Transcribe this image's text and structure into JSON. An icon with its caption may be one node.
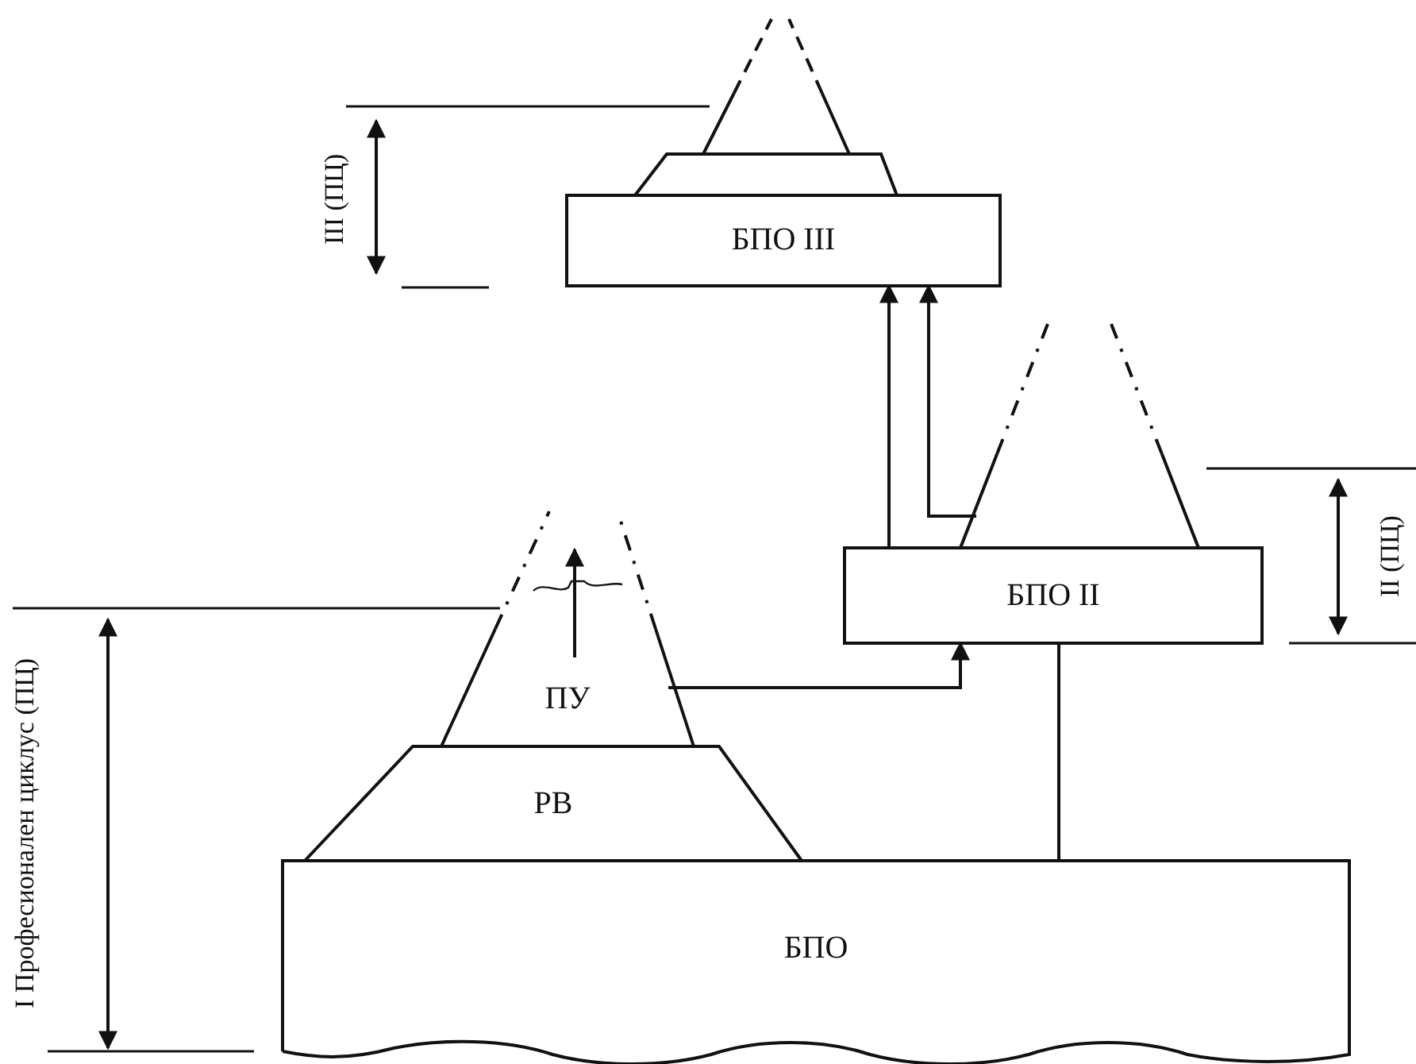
{
  "diagram": {
    "nodes": [
      {
        "text": [],
        "shape": "cone"
      },
      {
        "text": [],
        "shape": "trapezoid"
      },
      {
        "text": [
          "БПО III"
        ]
      },
      {
        "text": [],
        "shape": "cone"
      },
      {
        "text": [
          "БПО II"
        ]
      },
      {
        "text": [
          "ПУ"
        ]
      },
      {
        "text": [
          "РВ"
        ]
      },
      {
        "text": [
          "БПО"
        ]
      }
    ],
    "edges": [
      {
        "from": 4,
        "to": 2,
        "arrow": "to"
      },
      {
        "from": 3,
        "to": 2,
        "arrow": "to"
      },
      {
        "from": 5,
        "to": 4,
        "arrow": "to"
      },
      {
        "from": 7,
        "to": 4,
        "arrow": "none"
      }
    ],
    "labels": [
      "III (ПЦ)",
      "II (ПЦ)",
      "I Професионален циклус (ПЦ)"
    ]
  }
}
